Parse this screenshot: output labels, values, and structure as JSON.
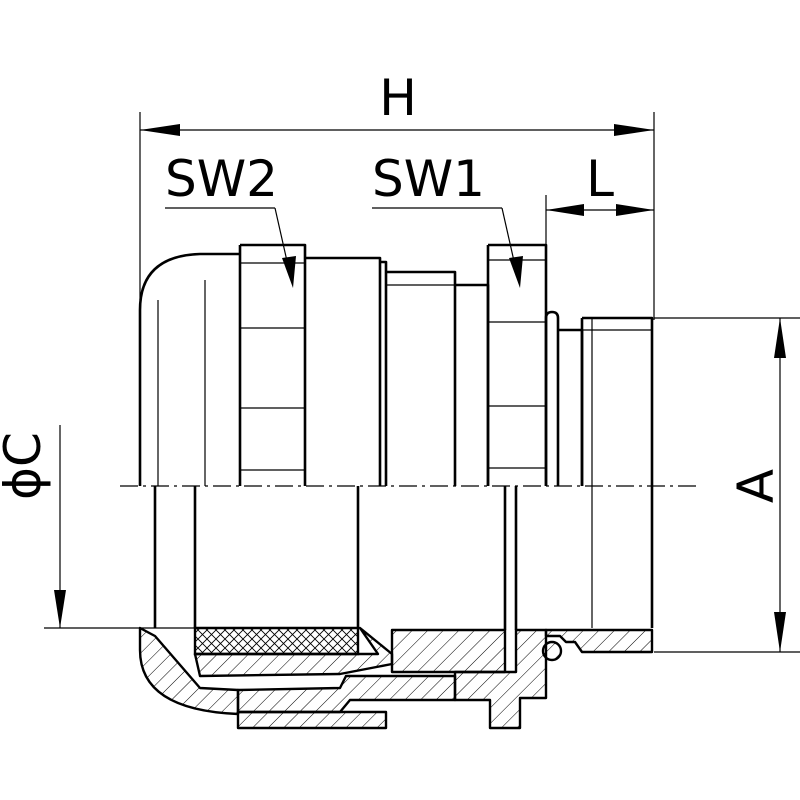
{
  "drawing": {
    "labels": {
      "overall_length": "H",
      "spanner_width_2": "SW2",
      "spanner_width_1": "SW1",
      "thread_length": "L",
      "thread_diameter": "A",
      "clamping_diameter": "ϕC"
    },
    "colors": {
      "line": "#000000",
      "background": "#ffffff"
    }
  }
}
